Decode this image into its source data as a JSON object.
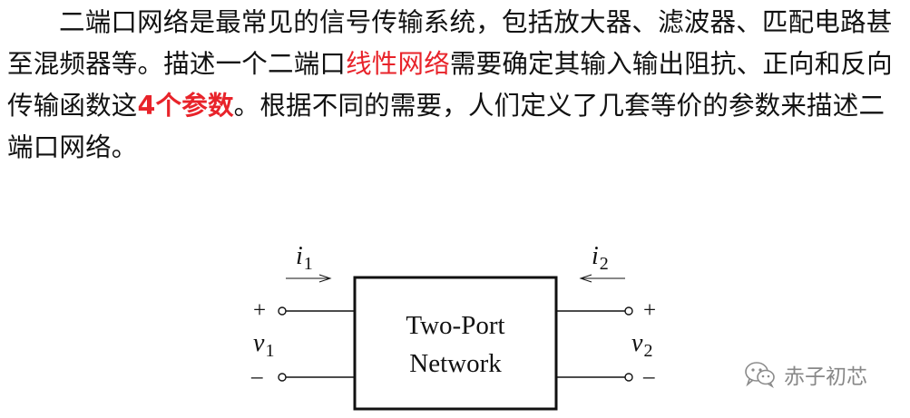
{
  "paragraph": {
    "part1": "二端口网络是最常见的信号传输系统，包括放大器、滤波器、匹配电路甚至混频器等。描述一个二端口",
    "highlight1": "线性网络",
    "part2": "需要确定其输入输出阻抗、正向和反向传输函数这",
    "highlight2": "4个参数",
    "part3": "。根据不同的需要，人们定义了几套等价的参数来描述二端口网络。"
  },
  "diagram": {
    "box_line1": "Two-Port",
    "box_line2": "Network",
    "i1": "i",
    "i1_sub": "1",
    "i2": "i",
    "i2_sub": "2",
    "v1": "v",
    "v1_sub": "1",
    "v2": "v",
    "v2_sub": "2",
    "plus": "+",
    "minus": "–"
  },
  "watermark": {
    "text": "赤子初芯",
    "icon": "wechat-icon"
  }
}
